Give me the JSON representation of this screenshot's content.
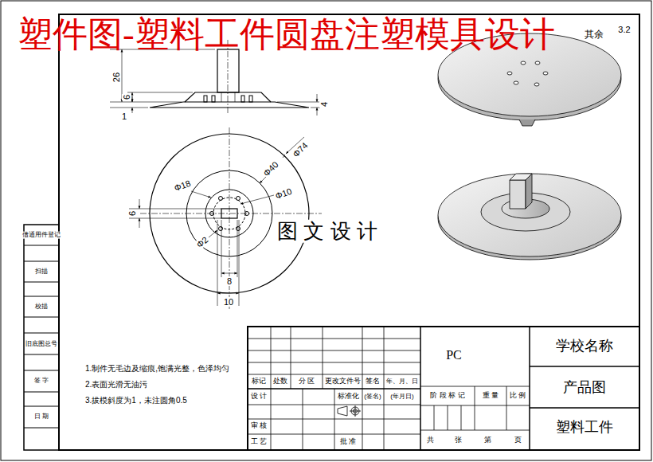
{
  "diagram": {
    "title": "塑件图-塑料工件圆盘注塑模具设计",
    "labels": [
      "其余",
      "3.2",
      "26",
      "6",
      "1",
      "4",
      "Φ74",
      "Φ40",
      "Φ10",
      "Φ18",
      "6",
      "Φ2",
      "8",
      "10",
      "图 文 设 计",
      "借通用件登记",
      "扫描",
      "校描",
      "旧底图总号",
      "签 字",
      "日 期",
      "1.制件无毛边及缩痕,饱满光整，色泽均匀",
      "2.表面光滑无油污",
      "3.拔模斜度为1，未注圆角0.5",
      "标记",
      "处数",
      "分 区",
      "更改文件号",
      "签名",
      "年、月、日",
      "设 计",
      "标准化",
      "(签名)",
      "(年月日)",
      "审 核",
      "工 艺",
      "批 准",
      "PC",
      "阶 段 标 记",
      "重 量",
      "比 例",
      "共",
      "张",
      "第",
      "页",
      "学校名称",
      "产品图",
      "塑料工件"
    ]
  }
}
